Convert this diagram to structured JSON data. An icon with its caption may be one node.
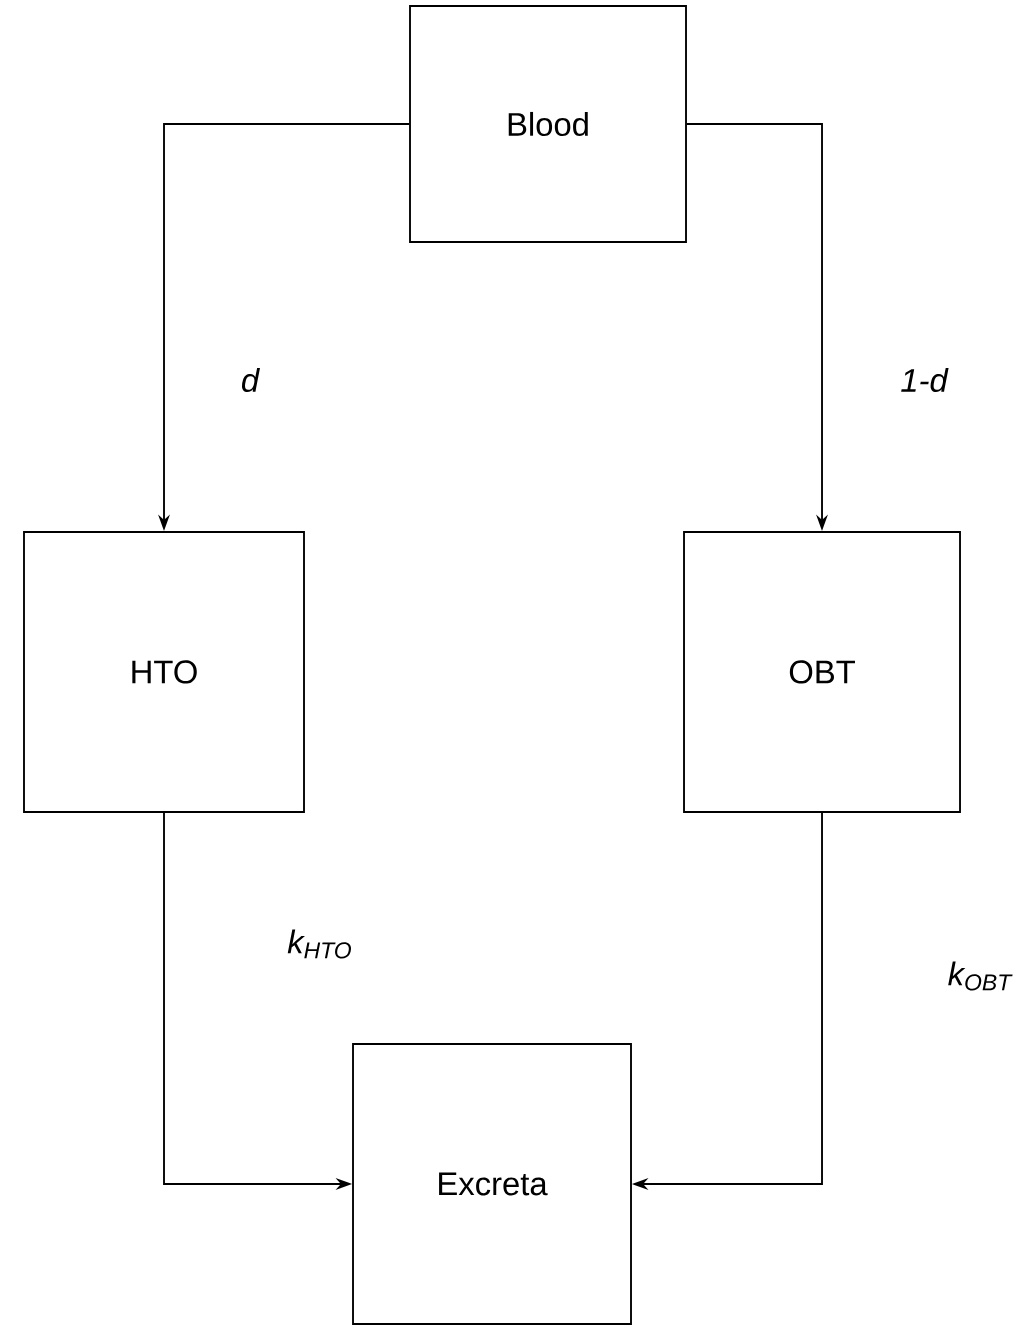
{
  "diagram": {
    "nodes": [
      {
        "text": [
          "Blood"
        ]
      },
      {
        "text": [
          "HTO"
        ]
      },
      {
        "text": [
          "OBT"
        ]
      },
      {
        "text": [
          "Excreta"
        ]
      }
    ],
    "edges": [
      {
        "from": 0,
        "to": 1,
        "arrow": "to",
        "label": "d"
      },
      {
        "from": 0,
        "to": 2,
        "arrow": "to",
        "label": "1-d"
      },
      {
        "from": 1,
        "to": 3,
        "arrow": "to",
        "label": "k$_{HTO}$"
      },
      {
        "from": 2,
        "to": 3,
        "arrow": "to",
        "label": "k$_{OBT}$"
      }
    ]
  }
}
